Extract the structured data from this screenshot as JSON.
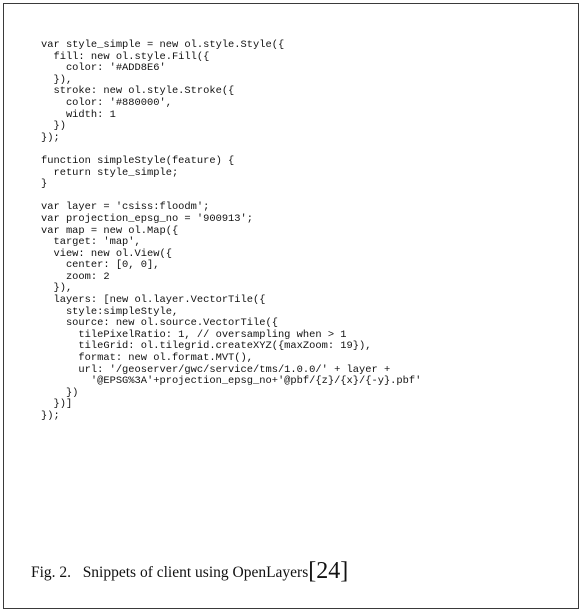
{
  "code_lines": [
    "var style_simple = new ol.style.Style({",
    "  fill: new ol.style.Fill({",
    "    color: '#ADD8E6'",
    "  }),",
    "  stroke: new ol.style.Stroke({",
    "    color: '#880000',",
    "    width: 1",
    "  })",
    "});",
    "",
    "function simpleStyle(feature) {",
    "  return style_simple;",
    "}",
    "",
    "var layer = 'csiss:floodm';",
    "var projection_epsg_no = '900913';",
    "var map = new ol.Map({",
    "  target: 'map',",
    "  view: new ol.View({",
    "    center: [0, 0],",
    "    zoom: 2",
    "  }),",
    "  layers: [new ol.layer.VectorTile({",
    "    style:simpleStyle,",
    "    source: new ol.source.VectorTile({",
    "      tilePixelRatio: 1, // oversampling when > 1",
    "      tileGrid: ol.tilegrid.createXYZ({maxZoom: 19}),",
    "      format: new ol.format.MVT(),",
    "      url: '/geoserver/gwc/service/tms/1.0.0/' + layer +",
    "        '@EPSG%3A'+projection_epsg_no+'@pbf/{z}/{x}/{-y}.pbf'",
    "    })",
    "  })]",
    "});"
  ],
  "caption": {
    "label": "Fig. 2.",
    "text": "Snippets of client using OpenLayers",
    "citation": "[24]"
  }
}
